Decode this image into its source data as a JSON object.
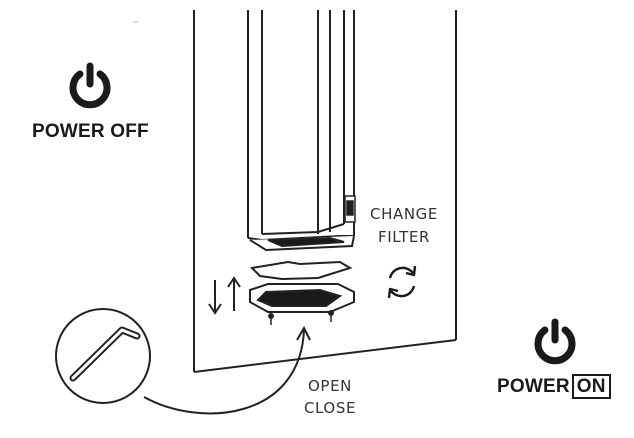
{
  "power_off": {
    "label": "POWER OFF",
    "icon": "power-icon"
  },
  "change_filter": {
    "line1": "CHANGE",
    "line2": "FILTER",
    "icon": "rotate-arrows-icon"
  },
  "open_close": {
    "line1": "OPEN",
    "line2": "CLOSE"
  },
  "power_on": {
    "word1": "POWER",
    "word2": "ON",
    "icon": "power-icon"
  },
  "parts": {
    "tool": "allen-key-icon",
    "direction": "up-down-arrows-icon"
  },
  "colors": {
    "ink": "#1a1a1a",
    "line": "#222222",
    "background": "#ffffff"
  }
}
